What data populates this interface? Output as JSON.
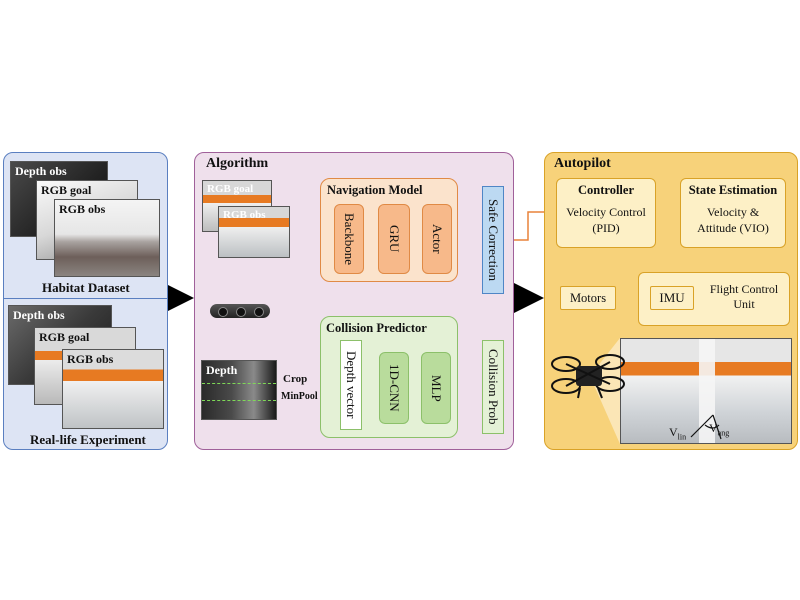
{
  "left": {
    "habitat": {
      "depth_label": "Depth obs",
      "rgb_goal_label": "RGB goal",
      "rgb_obs_label": "RGB obs",
      "caption": "Habitat Dataset"
    },
    "real": {
      "depth_label": "Depth obs",
      "rgb_goal_label": "RGB goal",
      "rgb_obs_label": "RGB obs",
      "caption": "Real-life Experiment"
    }
  },
  "algorithm": {
    "title": "Algorithm",
    "rgb_goal_label": "RGB goal",
    "rgb_obs_label": "RGB obs",
    "depth_label": "Depth",
    "crop_label": "Crop",
    "minpool_label": "MinPool",
    "nav_model": {
      "title": "Navigation Model",
      "backbone": "Backbone",
      "gru": "GRU",
      "actor": "Actor"
    },
    "collision": {
      "title": "Collision Predictor",
      "depth_vector": "Depth vector",
      "cnn": "1D-CNN",
      "mlp": "MLP"
    },
    "safe_correction": "Safe Correction",
    "collision_prob": "Collision Prob"
  },
  "autopilot": {
    "title": "Autopilot",
    "controller_title": "Controller",
    "controller_body": "Velocity Control (PID)",
    "state_title": "State Estimation",
    "state_body": "Velocity & Attitude (VIO)",
    "motors": "Motors",
    "imu": "IMU",
    "fcu": "Flight Control Unit",
    "v_lin": "V",
    "v_lin_sub": "lin",
    "v_ang": "V",
    "v_ang_sub": "ang"
  },
  "colors": {
    "left_bg": "#dde4f4",
    "left_border": "#5a7fc0",
    "algo_bg": "#efe0ec",
    "algo_border": "#a0609a",
    "auto_bg": "#f7d27a",
    "auto_border": "#d9a227",
    "nav_bg": "#fbe3cc",
    "nav_border": "#e08a45",
    "nav_block": "#f7b98a",
    "coll_bg": "#e4f1d6",
    "coll_border": "#8cc06a",
    "coll_block": "#b9dc9c",
    "safe_bg": "#bcd9f2",
    "safe_border": "#4f86c6",
    "orange_wire": "#e9823a",
    "green_wire": "#8cc06a"
  }
}
